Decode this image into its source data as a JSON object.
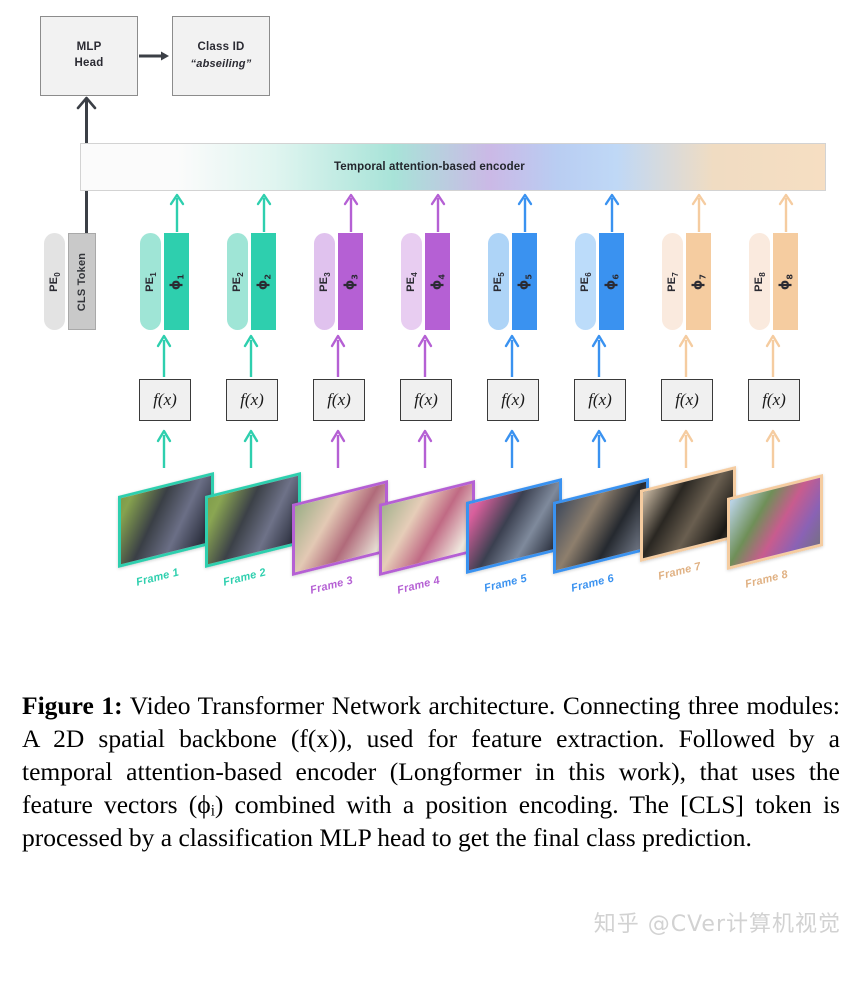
{
  "figure": {
    "mlp_head": {
      "line1": "MLP",
      "line2": "Head"
    },
    "class_id": {
      "line1": "Class ID",
      "line2": "“abseiling”"
    },
    "encoder": {
      "label": "Temporal attention-based encoder"
    },
    "cls_column": {
      "pe_label": "PE",
      "pe_index": "0",
      "token_label": "CLS Token"
    },
    "fx_label": "f(x)",
    "tokens": [
      {
        "pe_label": "PE",
        "pe_index": "1",
        "phi_label": "ϕ",
        "phi_index": "1",
        "color": "#2ecfae",
        "light": "#9fe5d6",
        "frame_label": "Frame 1"
      },
      {
        "pe_label": "PE",
        "pe_index": "2",
        "phi_label": "ϕ",
        "phi_index": "2",
        "color": "#2ecfae",
        "light": "#9fe5d6",
        "frame_label": "Frame 2"
      },
      {
        "pe_label": "PE",
        "pe_index": "3",
        "phi_label": "ϕ",
        "phi_index": "3",
        "color": "#b560d4",
        "light": "#e0c2ee",
        "frame_label": "Frame 3"
      },
      {
        "pe_label": "PE",
        "pe_index": "4",
        "phi_label": "ϕ",
        "phi_index": "4",
        "color": "#b560d4",
        "light": "#e8cdf1",
        "frame_label": "Frame 4"
      },
      {
        "pe_label": "PE",
        "pe_index": "5",
        "phi_label": "ϕ",
        "phi_index": "5",
        "color": "#3a92f0",
        "light": "#aed4f7",
        "frame_label": "Frame 5"
      },
      {
        "pe_label": "PE",
        "pe_index": "6",
        "phi_label": "ϕ",
        "phi_index": "6",
        "color": "#3a92f0",
        "light": "#bcdcfa",
        "frame_label": "Frame 6"
      },
      {
        "pe_label": "PE",
        "pe_index": "7",
        "phi_label": "ϕ",
        "phi_index": "7",
        "color": "#f5cca0",
        "light": "#faeade",
        "frame_label": "Frame 7"
      },
      {
        "pe_label": "PE",
        "pe_index": "8",
        "phi_label": "ϕ",
        "phi_index": "8",
        "color": "#f5cca0",
        "light": "#faeade",
        "frame_label": "Frame 8"
      }
    ]
  },
  "caption": {
    "prefix": "Figure 1:",
    "text": " Video Transformer Network architecture. Connecting three modules: A 2D spatial backbone (f(x)), used for feature extraction. Followed by a temporal attention-based encoder (Longformer in this work), that uses the feature vectors (ϕᵢ) combined with a position encoding. The [CLS] token is processed by a classification MLP head to get the final class prediction."
  },
  "watermark": {
    "text": "知乎 @CVer计算机视觉"
  }
}
